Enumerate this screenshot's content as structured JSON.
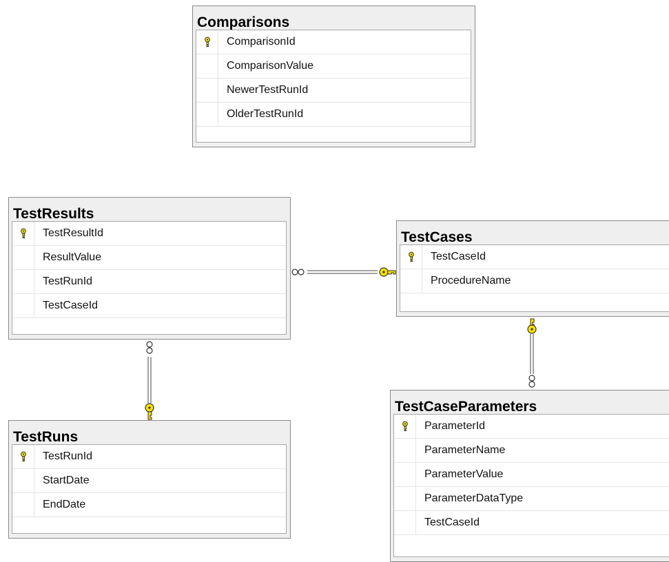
{
  "colors": {
    "canvas": "#ffffff",
    "table_header": "#efefef",
    "table_border": "#8a8a8a",
    "grid_border": "#a8a8a8",
    "relationship_line": "#444444",
    "key_fill": "#f5e000"
  },
  "icons": {
    "primary_key": "key-icon",
    "one_end": "key-icon",
    "many_end": "infinity-icon"
  },
  "tables": {
    "comparisons": {
      "title": "Comparisons",
      "columns": [
        {
          "name": "ComparisonId",
          "primary_key": true
        },
        {
          "name": "ComparisonValue",
          "primary_key": false
        },
        {
          "name": "NewerTestRunId",
          "primary_key": false
        },
        {
          "name": "OlderTestRunId",
          "primary_key": false
        }
      ]
    },
    "test_results": {
      "title": "TestResults",
      "columns": [
        {
          "name": "TestResultId",
          "primary_key": true
        },
        {
          "name": "ResultValue",
          "primary_key": false
        },
        {
          "name": "TestRunId",
          "primary_key": false
        },
        {
          "name": "TestCaseId",
          "primary_key": false
        }
      ]
    },
    "test_cases": {
      "title": "TestCases",
      "columns": [
        {
          "name": "TestCaseId",
          "primary_key": true
        },
        {
          "name": "ProcedureName",
          "primary_key": false
        }
      ]
    },
    "test_runs": {
      "title": "TestRuns",
      "columns": [
        {
          "name": "TestRunId",
          "primary_key": true
        },
        {
          "name": "StartDate",
          "primary_key": false
        },
        {
          "name": "EndDate",
          "primary_key": false
        }
      ]
    },
    "test_case_parameters": {
      "title": "TestCaseParameters",
      "columns": [
        {
          "name": "ParameterId",
          "primary_key": true
        },
        {
          "name": "ParameterName",
          "primary_key": false
        },
        {
          "name": "ParameterValue",
          "primary_key": false
        },
        {
          "name": "ParameterDataType",
          "primary_key": false
        },
        {
          "name": "TestCaseId",
          "primary_key": false
        }
      ]
    }
  },
  "relationships": [
    {
      "from": "TestResults",
      "from_end": "many",
      "to": "TestCases",
      "to_end": "one"
    },
    {
      "from": "TestResults",
      "from_end": "many",
      "to": "TestRuns",
      "to_end": "one"
    },
    {
      "from": "TestCaseParameters",
      "from_end": "many",
      "to": "TestCases",
      "to_end": "one"
    }
  ]
}
